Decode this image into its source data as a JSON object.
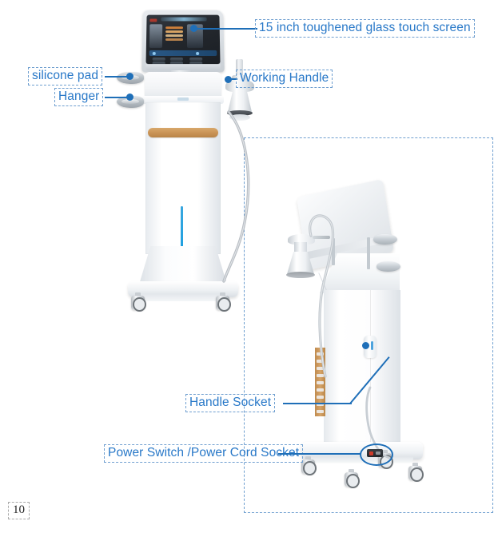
{
  "page": {
    "number": "10"
  },
  "colors": {
    "label_text": "#2878c8",
    "label_border": "#6f9fd0",
    "leader_line": "#1f6fb8",
    "region_border": "#6f9fd0",
    "gold_accent": "#c79154",
    "led_cyan": "#1fa0e0",
    "background": "#ffffff"
  },
  "callouts": [
    {
      "id": "touch-screen",
      "label": "15 inch toughened glass touch screen"
    },
    {
      "id": "silicone-pad",
      "label": "silicone pad"
    },
    {
      "id": "hanger",
      "label": "Hanger"
    },
    {
      "id": "working-handle",
      "label": "Working Handle"
    },
    {
      "id": "handle-socket",
      "label": "Handle Socket"
    },
    {
      "id": "power-switch",
      "label": "Power Switch /Power Cord Socket"
    }
  ],
  "figure": {
    "front_unit_name": "front-view-machine",
    "side_unit_name": "side-view-machine",
    "detail_region_name": "side-view-detail-region"
  }
}
